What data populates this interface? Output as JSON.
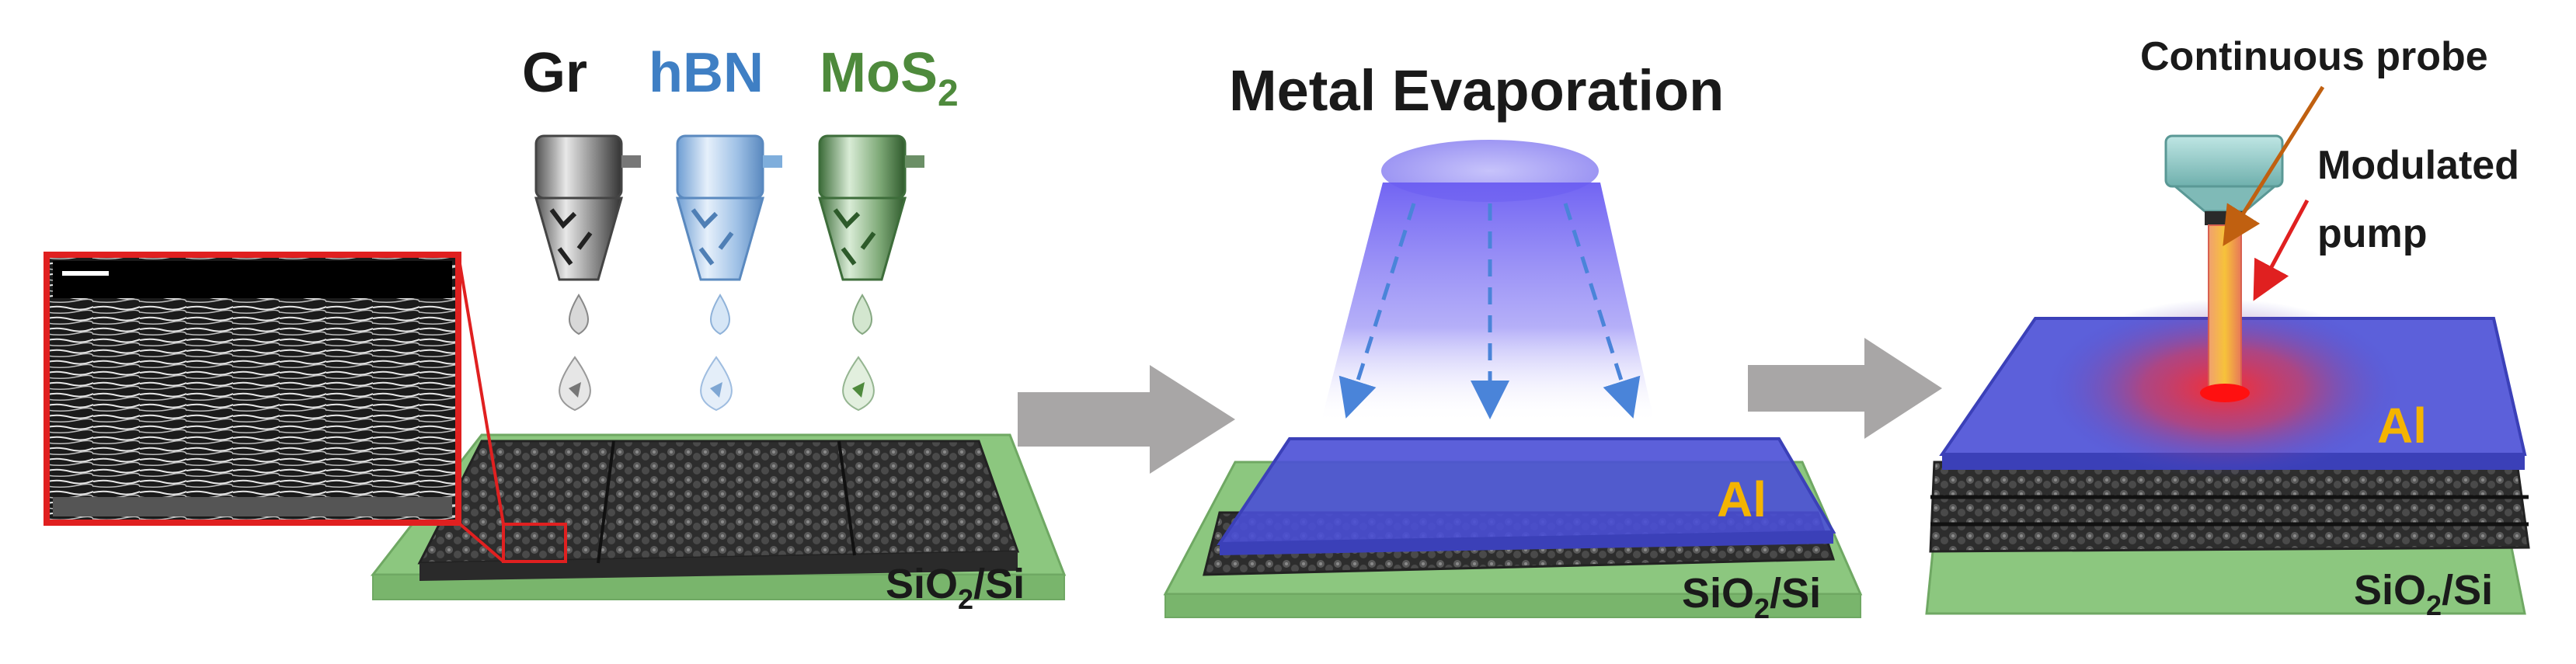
{
  "materials": [
    {
      "name": "Gr",
      "color": "#1a1a1a"
    },
    {
      "name": "hBN",
      "color": "#3f7fc4"
    },
    {
      "name": "MoS",
      "sub": "2",
      "color": "#4e8a3c"
    }
  ],
  "steps": {
    "evaporation_title": "Metal Evaporation",
    "probe_label": "Continuous probe",
    "pump_label_line1": "Modulated",
    "pump_label_line2": "pump"
  },
  "film_label": "Al",
  "substrate_label": {
    "prefix": "SiO",
    "sub": "2",
    "suffix": "/Si"
  },
  "colors": {
    "substrate_green": "#8cc77f",
    "aluminum_blue": "#4a4fd6",
    "label_orange": "#f4b400",
    "inset_border": "#e02020",
    "arrow_gray": "#a8a6a6",
    "material_black": "#1a1a1a",
    "material_blue": "#3f7fc4",
    "material_green": "#4e8a3c",
    "probe_arrow": "#c06010",
    "pump_arrow": "#e02020"
  }
}
